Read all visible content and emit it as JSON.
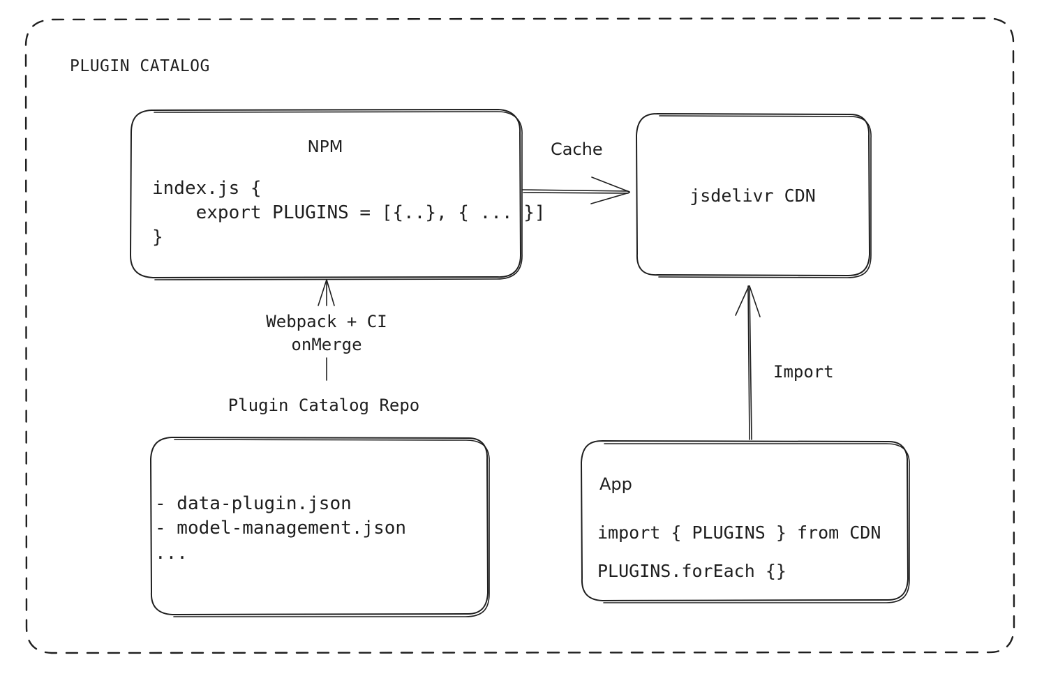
{
  "diagram": {
    "title": "PLUGIN CATALOG",
    "background": "#ffffff",
    "ink": "#1e1e1e"
  },
  "nodes": {
    "npm": {
      "title": "NPM",
      "code_line_1": "index.js {",
      "code_line_2": "    export PLUGINS = [{..}, { ... }]",
      "code_line_3": "}"
    },
    "cdn": {
      "title": "jsdelivr CDN"
    },
    "repo": {
      "caption": "Plugin Catalog Repo",
      "item_1": "- data-plugin.json",
      "item_2": "- model-management.json",
      "item_3": "..."
    },
    "app": {
      "title": "App",
      "code_line_1": "import { PLUGINS } from CDN",
      "code_line_2": "PLUGINS.forEach {}"
    }
  },
  "edges": {
    "npm_to_cdn": {
      "label": "Cache"
    },
    "repo_to_npm": {
      "label_line_1": "Webpack + CI",
      "label_line_2": "onMerge"
    },
    "app_to_cdn": {
      "label": "Import"
    }
  }
}
